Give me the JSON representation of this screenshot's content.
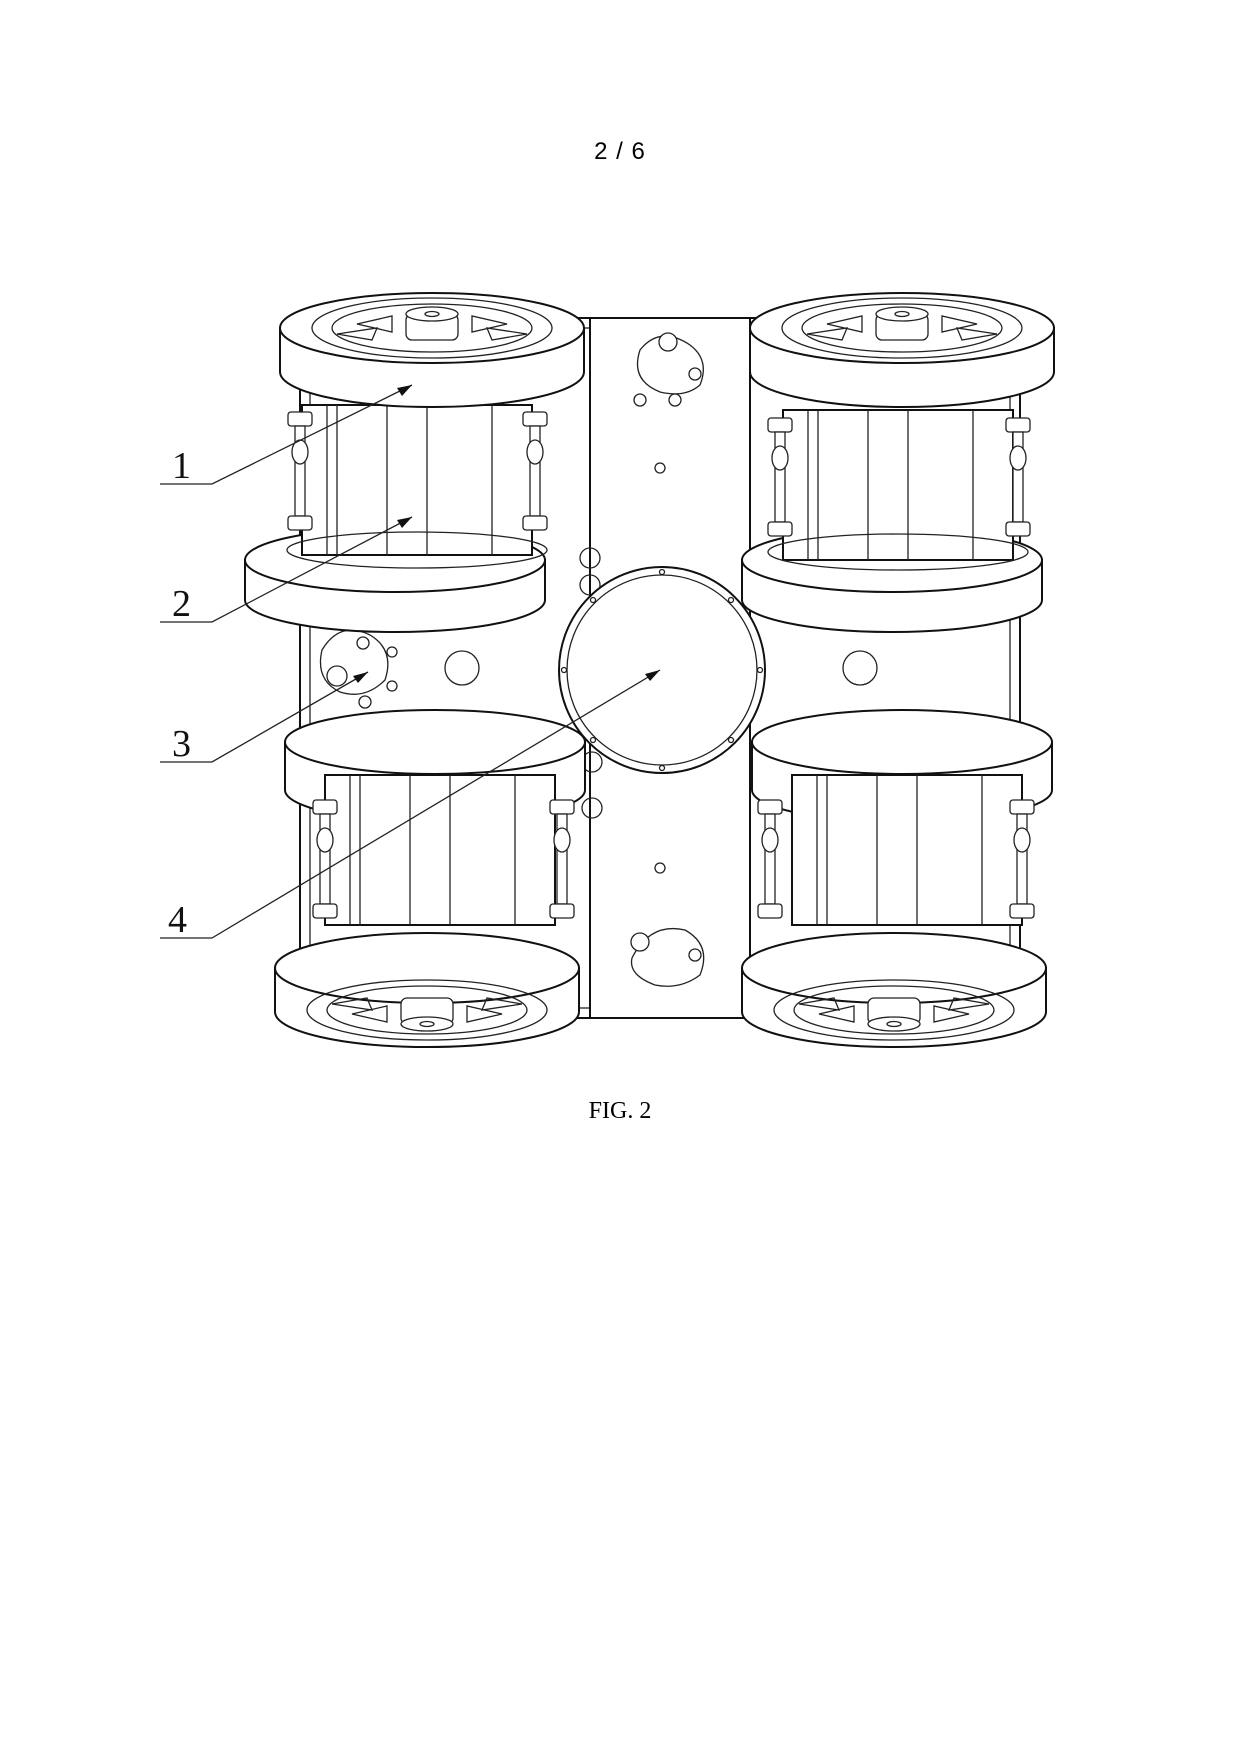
{
  "page_number": "2 / 6",
  "figure_caption": "FIG. 2",
  "reference_labels": [
    {
      "id": "label-1",
      "text": "1"
    },
    {
      "id": "label-2",
      "text": "2"
    },
    {
      "id": "label-3",
      "text": "3"
    },
    {
      "id": "label-4",
      "text": "4"
    }
  ]
}
